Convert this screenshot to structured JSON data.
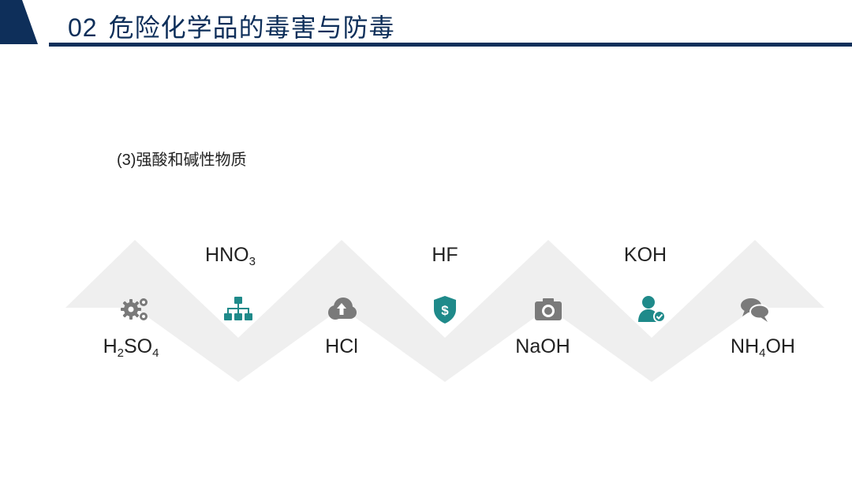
{
  "header": {
    "number": "02",
    "title": "危险化学品的毒害与防毒"
  },
  "subtitle": "(3)强酸和碱性物质",
  "colors": {
    "accent": "#0e2f5a",
    "teal": "#1f8a8a",
    "gray_icon": "#7a7a7a",
    "chevron": "#efefef"
  },
  "items": [
    {
      "formula_parts": [
        "H",
        "2",
        "SO",
        "4"
      ],
      "icon": "gears-icon",
      "position": "bottom"
    },
    {
      "formula_parts": [
        "HNO",
        "3"
      ],
      "icon": "sitemap-icon",
      "position": "top"
    },
    {
      "formula_parts": [
        "HCl"
      ],
      "icon": "cloud-upload-icon",
      "position": "bottom"
    },
    {
      "formula_parts": [
        "HF"
      ],
      "icon": "shield-dollar-icon",
      "position": "top"
    },
    {
      "formula_parts": [
        "NaOH"
      ],
      "icon": "camera-icon",
      "position": "bottom"
    },
    {
      "formula_parts": [
        "KOH"
      ],
      "icon": "user-check-icon",
      "position": "top"
    },
    {
      "formula_parts": [
        "NH",
        "4",
        "OH"
      ],
      "icon": "comments-icon",
      "position": "bottom"
    }
  ]
}
